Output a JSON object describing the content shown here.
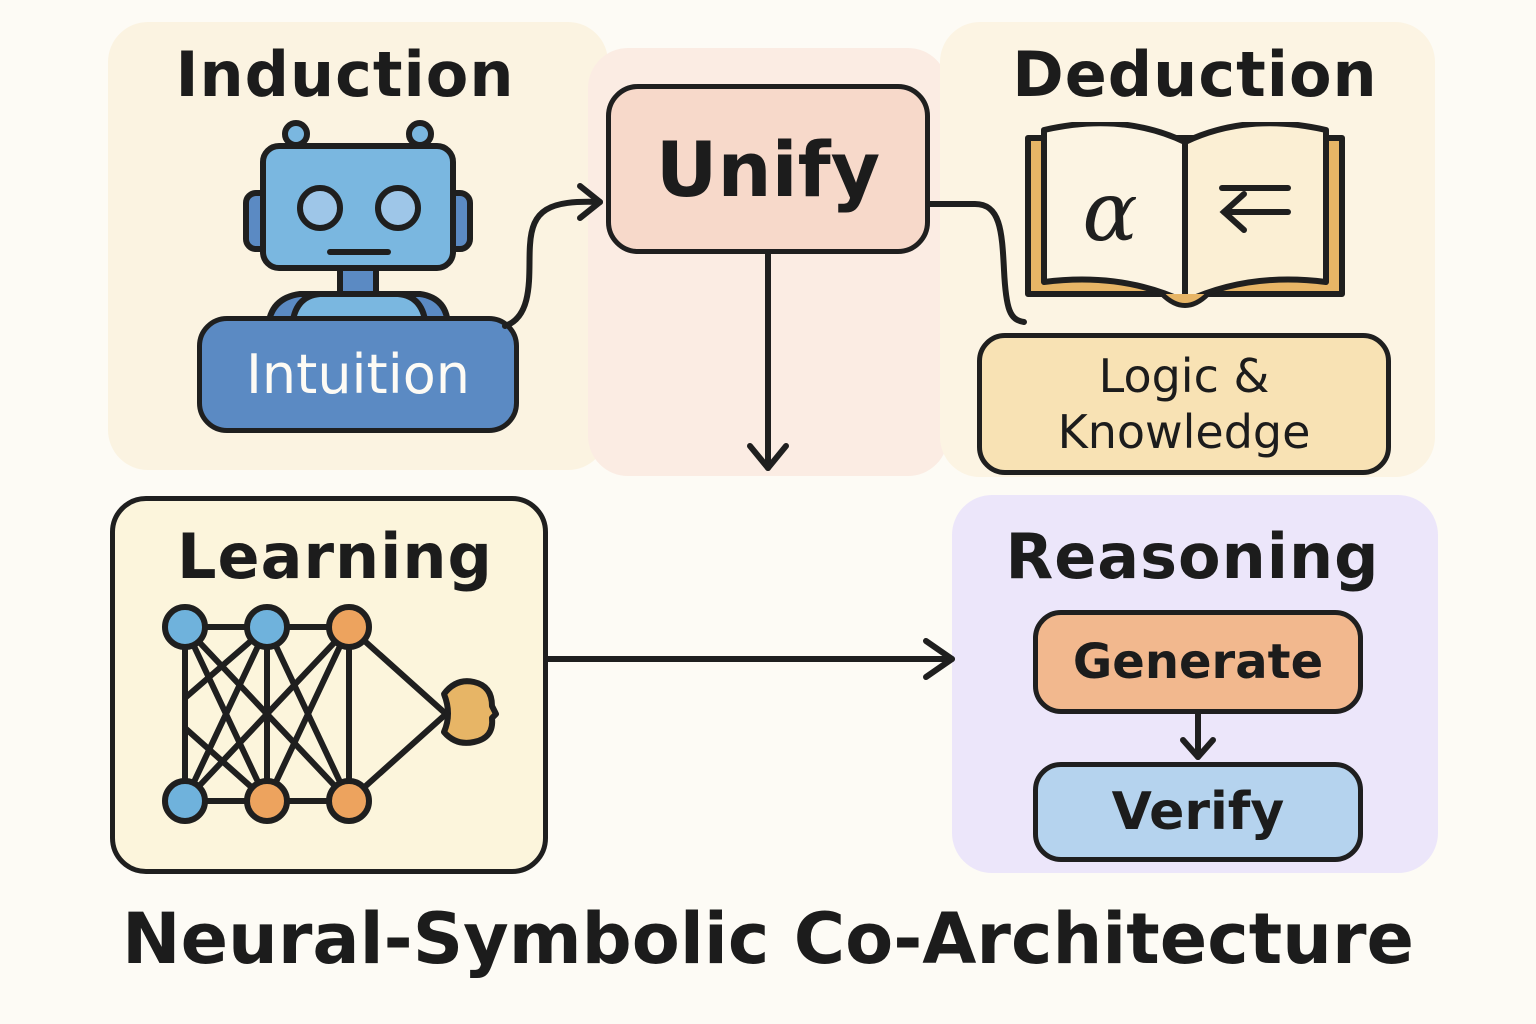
{
  "title": "Neural-Symbolic Co-Architecture",
  "panels": {
    "induction": {
      "heading": "Induction",
      "label": "Intuition",
      "icon": "robot-icon"
    },
    "unify": {
      "label": "Unify"
    },
    "deduction": {
      "heading": "Deduction",
      "label_line1": "Logic &",
      "label_line2": "Knowledge",
      "icon": "open-book-icon",
      "book_left_symbol": "α",
      "book_right_symbol": "⇐"
    },
    "learning": {
      "heading": "Learning",
      "icon": "neural-network-icon"
    },
    "reasoning": {
      "heading": "Reasoning",
      "steps": [
        "Generate",
        "Verify"
      ]
    }
  },
  "colors": {
    "background": "#fdfbf5",
    "induction_panel": "#fbf3e1",
    "unify_panel": "#fbece3",
    "unify_box": "#f7d9ca",
    "deduction_panel": "#fcf4e3",
    "logic_box": "#f8e2b4",
    "learning_box": "#fcf5dc",
    "reasoning_panel": "#ece6fa",
    "generate_box": "#f2b88e",
    "verify_box": "#b5d3ee",
    "intuition_box": "#5b8ac3",
    "robot_blue": "#7ab7e0",
    "node_blue": "#6fb2dc",
    "node_orange": "#eda35e",
    "book_gold": "#e7b566",
    "stroke": "#1f1f1f"
  }
}
